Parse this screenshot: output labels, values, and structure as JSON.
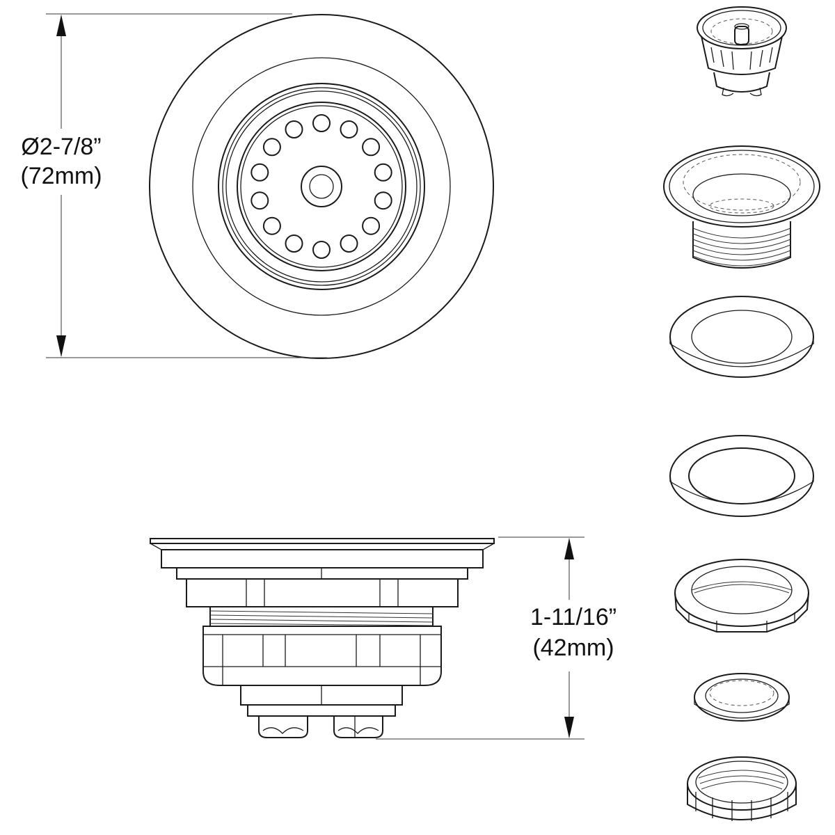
{
  "dimensions": {
    "diameter": {
      "imperial": "Ø2-7/8”",
      "metric": "(72mm)"
    },
    "height": {
      "imperial": "1-11/16”",
      "metric": "(42mm)"
    }
  },
  "views": [
    {
      "id": "top-view",
      "icon": "strainer-top-view"
    },
    {
      "id": "side-view",
      "icon": "strainer-side-view"
    }
  ],
  "exploded_parts": [
    {
      "icon": "strainer-basket"
    },
    {
      "icon": "threaded-body-flange"
    },
    {
      "icon": "flat-gasket"
    },
    {
      "icon": "rubber-washer"
    },
    {
      "icon": "threaded-locknut"
    },
    {
      "icon": "retaining-ring"
    },
    {
      "icon": "tailpiece-nut"
    }
  ]
}
